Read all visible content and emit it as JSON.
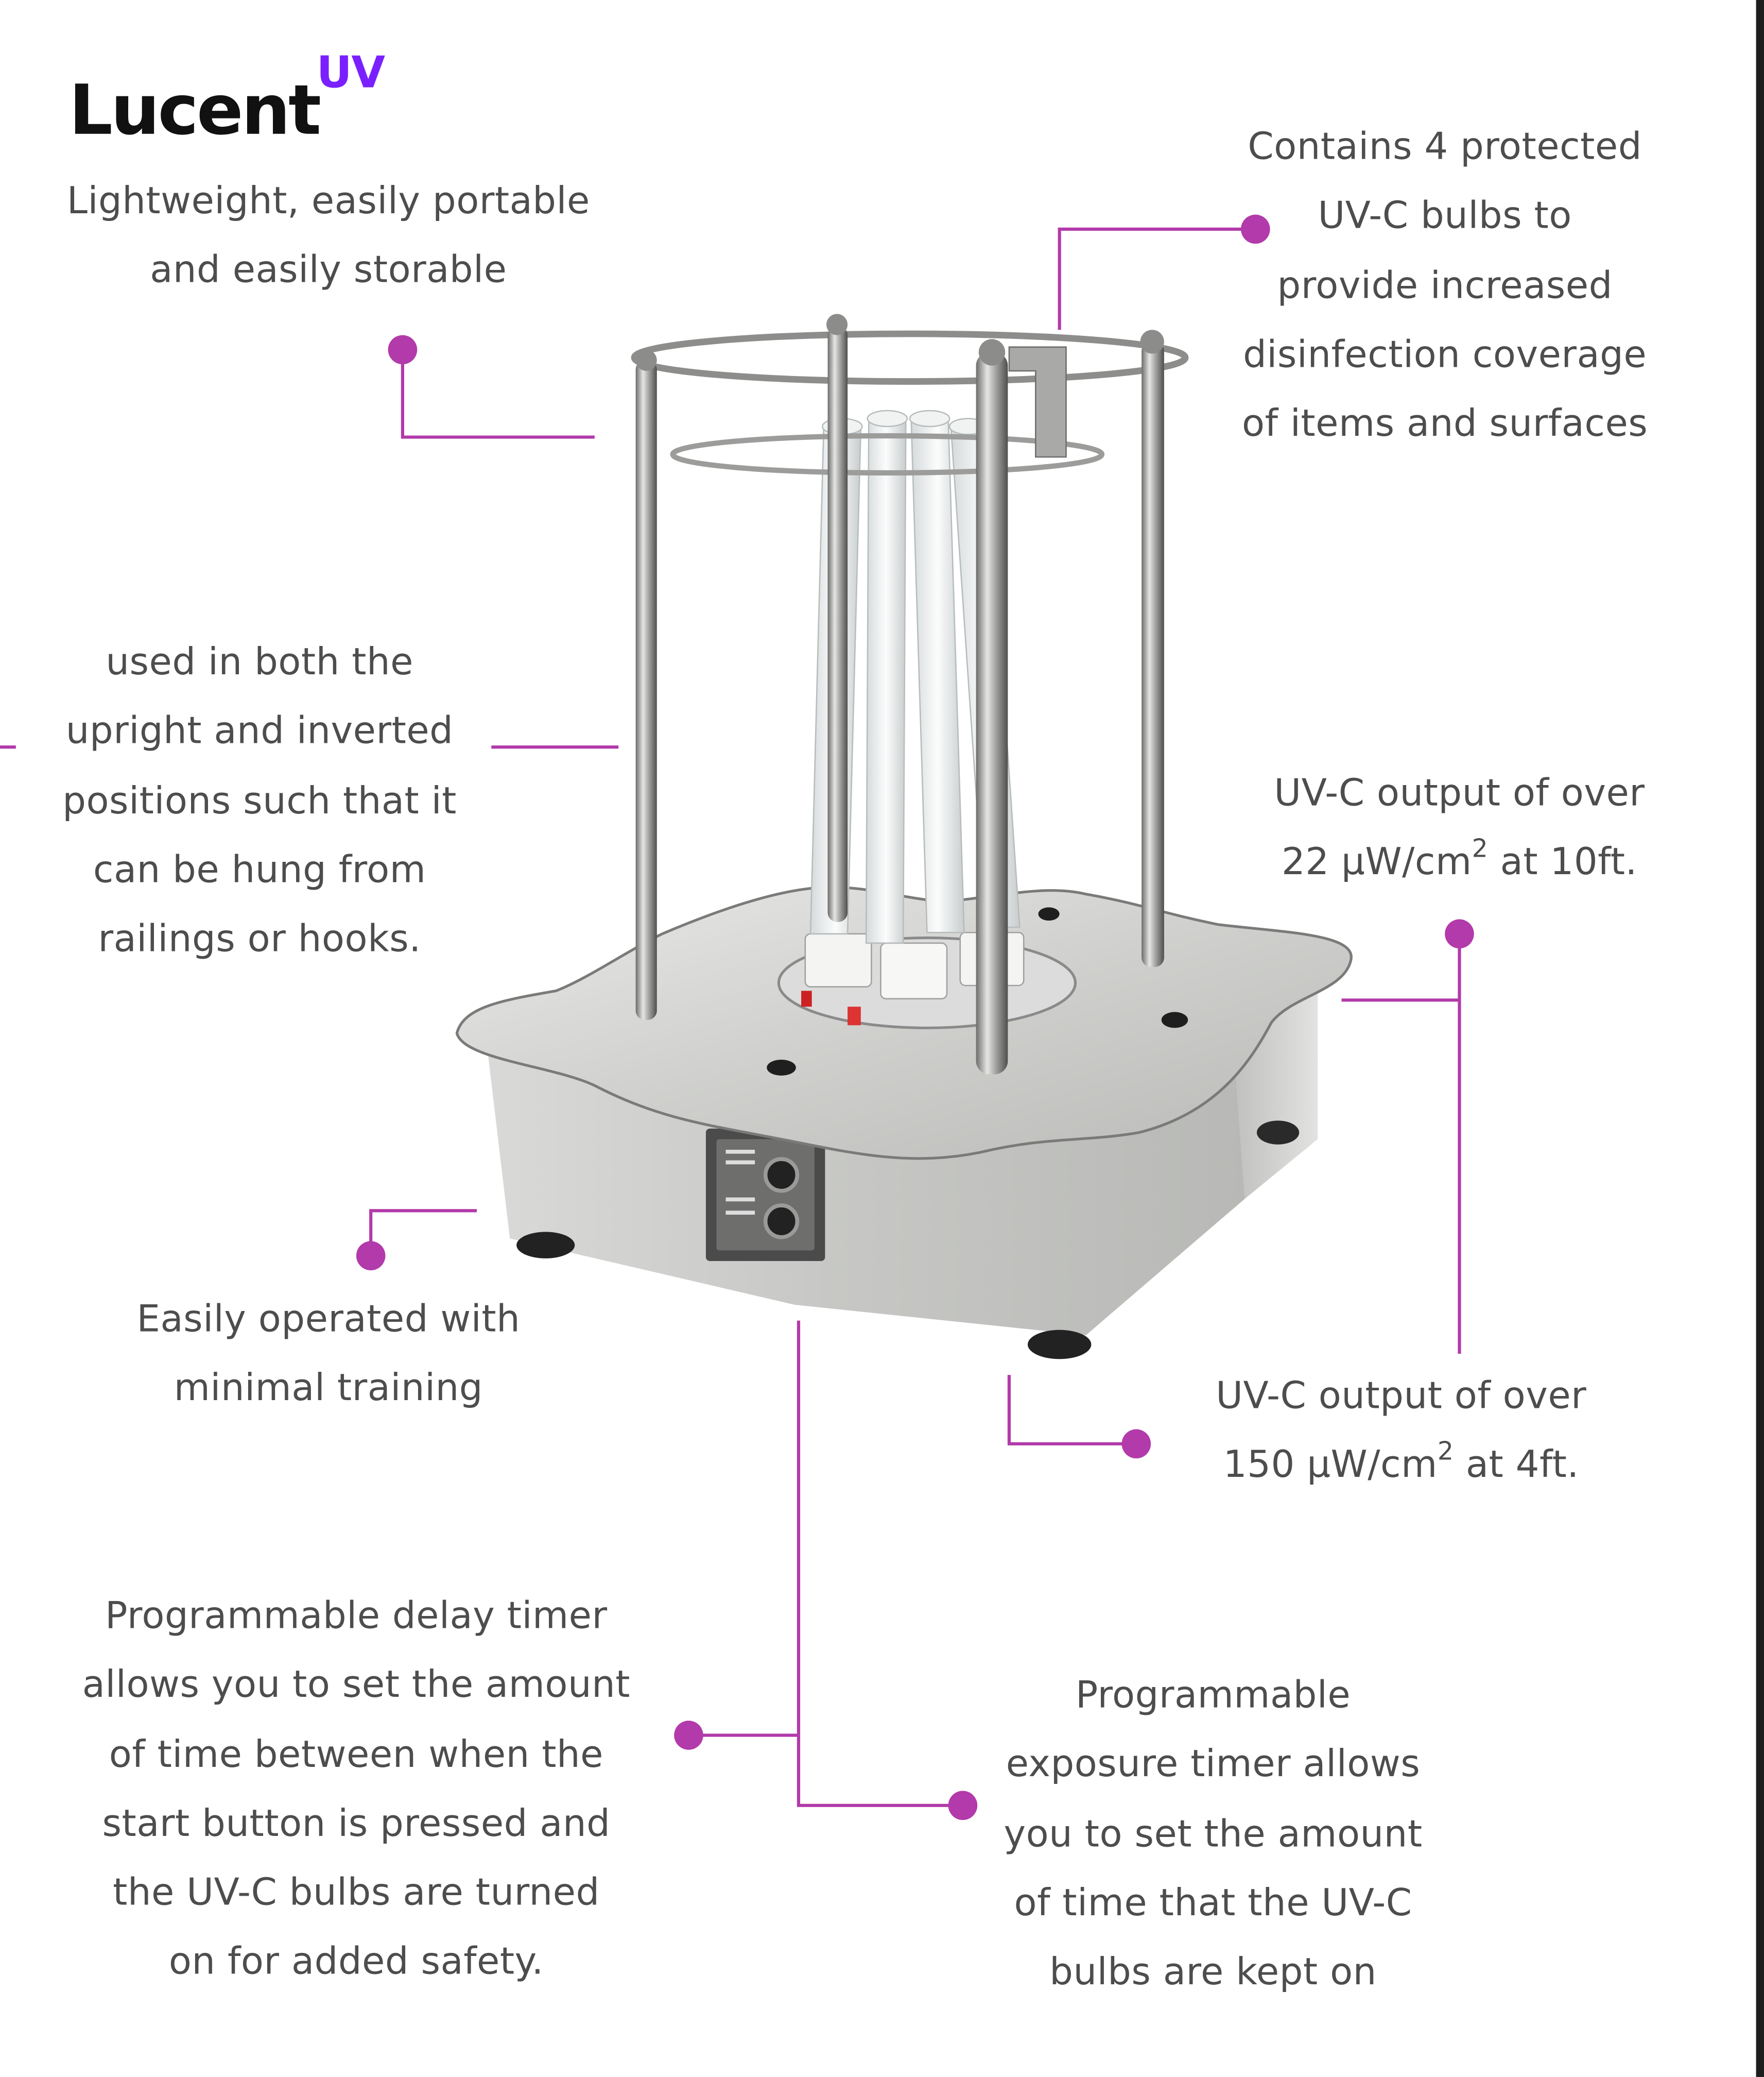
{
  "brand": {
    "name": "Lucent",
    "suffix": "UV"
  },
  "colors": {
    "accent": "#b23aaa",
    "brand_purple": "#7a20ff",
    "text": "#4d4d4d",
    "logo_text": "#111111"
  },
  "features": {
    "portable": [
      "Lightweight, easily portable",
      "and easily storable"
    ],
    "bulbs": [
      "Contains 4 protected",
      "UV-C bulbs to",
      "provide increased",
      "disinfection coverage",
      "of items and surfaces"
    ],
    "mounting": [
      "used in both the",
      "upright and inverted",
      "positions such that it",
      "can be hung from",
      "railings or hooks."
    ],
    "output_10ft": {
      "line1": "UV-C output of over",
      "line2_value": "22 µW/cm",
      "line2_exp": "2",
      "line2_rest": " at 10ft."
    },
    "training": [
      "Easily operated with",
      "minimal training"
    ],
    "output_4ft": {
      "line1": "UV-C output of over",
      "line2_value": "150 µW/cm",
      "line2_exp": "2",
      "line2_rest": " at 4ft."
    },
    "delay_timer": [
      "Programmable delay timer",
      "allows you to set the amount",
      "of time between when the",
      "start button is pressed and",
      "the UV-C bulbs are turned",
      "on for added safety."
    ],
    "exposure_timer": [
      "Programmable",
      "exposure timer allows",
      "you to set the amount",
      "of time that the UV-C",
      "bulbs are kept on"
    ]
  },
  "product_image": {
    "subject": "uv-c disinfection device",
    "controls": [
      "timer-dial",
      "timer-dial"
    ]
  }
}
